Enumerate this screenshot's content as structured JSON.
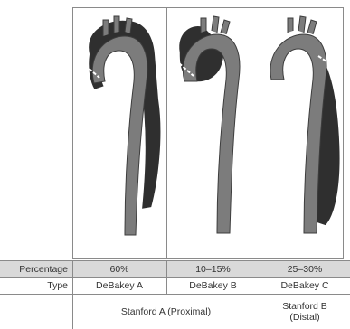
{
  "table": {
    "rows": [
      {
        "label": "Percentage",
        "cells": [
          "60%",
          "10–15%",
          "25–30%"
        ]
      },
      {
        "label": "Type",
        "cells": [
          "DeBakey A",
          "DeBakey B",
          "DeBakey C"
        ]
      }
    ],
    "stanford": {
      "proximal": "Stanford A (Proximal)",
      "distal_line1": "Stanford B",
      "distal_line2": "(Distal)"
    }
  },
  "colors": {
    "aorta": "#7c7c7c",
    "aorta_edge": "#3d3d3d",
    "false_lumen": "#2f2f2f",
    "panel_bg": "#ffffff",
    "shaded_row": "#d9d9d9",
    "rule": "#8a8a8a"
  }
}
